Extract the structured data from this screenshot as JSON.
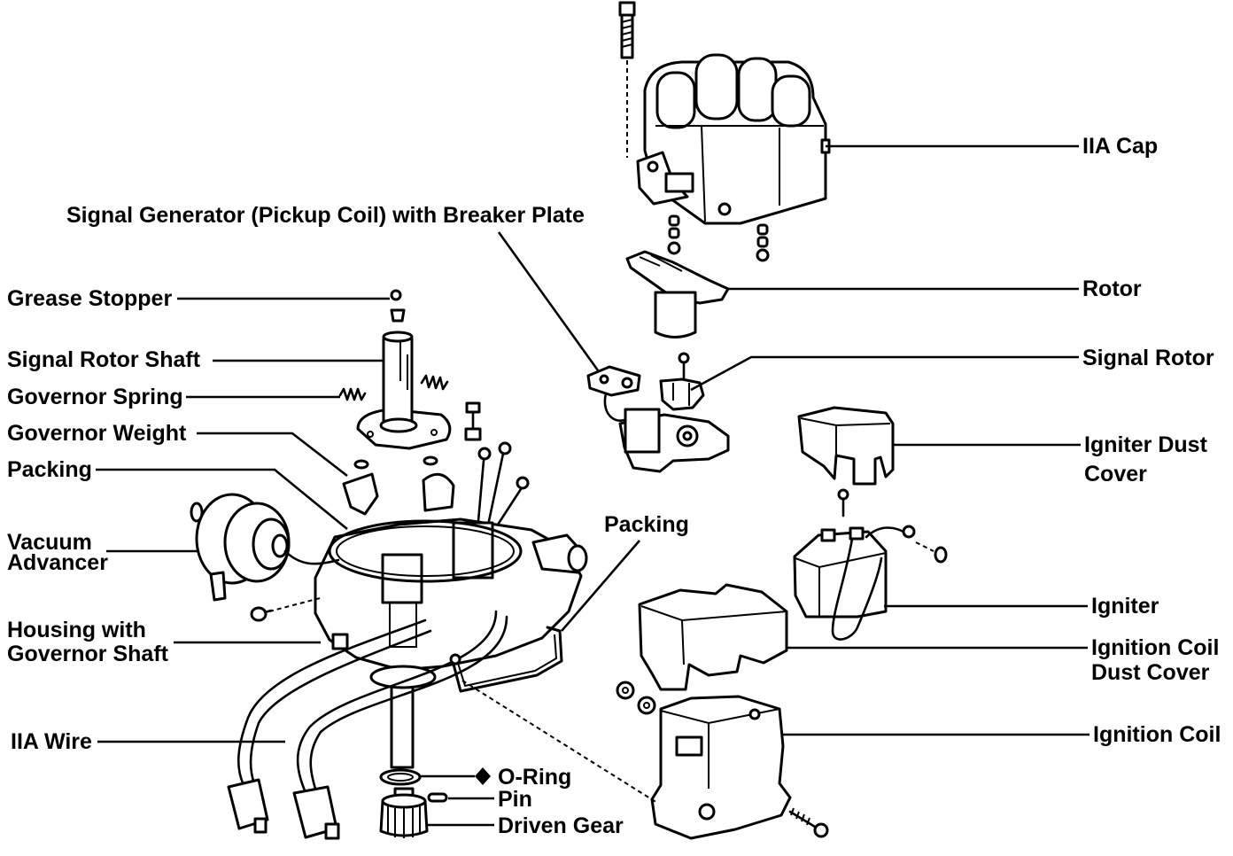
{
  "diagram": {
    "labels": {
      "iia_cap": "IIA Cap",
      "signal_generator": "Signal Generator (Pickup Coil) with Breaker Plate",
      "rotor": "Rotor",
      "grease_stopper": "Grease Stopper",
      "signal_rotor": "Signal Rotor",
      "signal_rotor_shaft": "Signal Rotor Shaft",
      "governor_spring": "Governor Spring",
      "governor_weight": "Governor Weight",
      "igniter_dust_cover": [
        "Igniter Dust",
        "Cover"
      ],
      "packing_left": "Packing",
      "packing_right": "Packing",
      "vacuum_advancer": [
        "Vacuum",
        "Advancer"
      ],
      "igniter": "Igniter",
      "housing": [
        "Housing with",
        "Governor Shaft"
      ],
      "ignition_coil_dust_cover": [
        "Ignition Coil",
        "Dust Cover"
      ],
      "ignition_coil": "Ignition Coil",
      "iia_wire": "IIA Wire",
      "o_ring": "O-Ring",
      "pin": "Pin",
      "driven_gear": "Driven Gear"
    }
  },
  "colors": {
    "ink": "#000000",
    "background": "#ffffff"
  }
}
